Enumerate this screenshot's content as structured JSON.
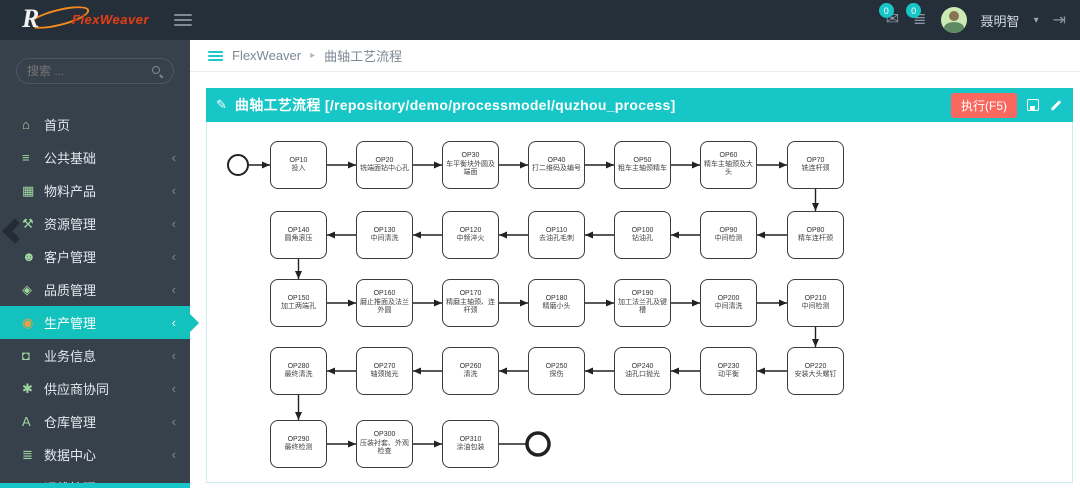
{
  "topbar": {
    "logo": {
      "letter": "R",
      "brand": "FlexWeaver"
    },
    "badges": {
      "mail": "0",
      "tasks": "0"
    },
    "user": {
      "name": "聂明智"
    }
  },
  "sidebar": {
    "search_placeholder": "搜索 ...",
    "items": [
      {
        "key": "home",
        "label": "首页",
        "icon": "home",
        "active": false,
        "has_children": false
      },
      {
        "key": "public-base",
        "label": "公共基础",
        "icon": "layers",
        "active": false,
        "has_children": true
      },
      {
        "key": "material-product",
        "label": "物料产品",
        "icon": "grid",
        "active": false,
        "has_children": true
      },
      {
        "key": "resource-mgmt",
        "label": "资源管理",
        "icon": "wrench",
        "active": false,
        "has_children": true
      },
      {
        "key": "customer-mgmt",
        "label": "客户管理",
        "icon": "customer",
        "active": false,
        "has_children": true
      },
      {
        "key": "quality-mgmt",
        "label": "品质管理",
        "icon": "quality",
        "active": false,
        "has_children": true
      },
      {
        "key": "production-mgmt",
        "label": "生产管理",
        "icon": "production",
        "active": true,
        "has_children": true
      },
      {
        "key": "business-info",
        "label": "业务信息",
        "icon": "lock",
        "active": false,
        "has_children": true
      },
      {
        "key": "supplier-collab",
        "label": "供应商协同",
        "icon": "supplier",
        "active": false,
        "has_children": true
      },
      {
        "key": "warehouse-mgmt",
        "label": "仓库管理",
        "icon": "font",
        "active": false,
        "has_children": true
      },
      {
        "key": "data-center",
        "label": "数据中心",
        "icon": "list",
        "active": false,
        "has_children": true
      },
      {
        "key": "ops-mgmt",
        "label": "运维管理",
        "icon": "folder",
        "active": false,
        "has_children": true
      }
    ]
  },
  "breadcrumb": {
    "app": "FlexWeaver",
    "page": "曲轴工艺流程"
  },
  "panel": {
    "title": "曲轴工艺流程 [/repository/demo/processmodel/quzhou_process]",
    "execute_label": "执行(F5)"
  },
  "colors": {
    "accent_teal": "#17c6c6",
    "active_menu": "#13c2bc",
    "execute_red": "#f9685e",
    "sidebar_bg": "#37414b",
    "topbar_bg": "#252f39",
    "icon_green": "#9fd6a0",
    "icon_orange": "#f59e3f"
  },
  "flowchart": {
    "type": "process-flow",
    "start_event": "start-circle",
    "end_event": "end-circle",
    "nodes": [
      {
        "id": "OP10",
        "label": "投入",
        "row": 0,
        "col": 0
      },
      {
        "id": "OP20",
        "label": "铣端面钻中心孔",
        "row": 0,
        "col": 1
      },
      {
        "id": "OP30",
        "label": "车平衡块外圆及端面",
        "row": 0,
        "col": 2
      },
      {
        "id": "OP40",
        "label": "打二维码及编号",
        "row": 0,
        "col": 3
      },
      {
        "id": "OP50",
        "label": "粗车主轴颈精车",
        "row": 0,
        "col": 4
      },
      {
        "id": "OP60",
        "label": "精车主轴颈及大头",
        "row": 0,
        "col": 5
      },
      {
        "id": "OP70",
        "label": "铣连杆颈",
        "row": 0,
        "col": 6
      },
      {
        "id": "OP80",
        "label": "精车连杆颈",
        "row": 1,
        "col": 6
      },
      {
        "id": "OP90",
        "label": "中间检测",
        "row": 1,
        "col": 5
      },
      {
        "id": "OP100",
        "label": "钻油孔",
        "row": 1,
        "col": 4
      },
      {
        "id": "OP110",
        "label": "去油孔毛刺",
        "row": 1,
        "col": 3
      },
      {
        "id": "OP120",
        "label": "中频淬火",
        "row": 1,
        "col": 2
      },
      {
        "id": "OP130",
        "label": "中间清洗",
        "row": 1,
        "col": 1
      },
      {
        "id": "OP140",
        "label": "圆角滚压",
        "row": 1,
        "col": 0
      },
      {
        "id": "OP150",
        "label": "加工两端孔",
        "row": 2,
        "col": 0
      },
      {
        "id": "OP160",
        "label": "磨止推面及法兰外圆",
        "row": 2,
        "col": 1
      },
      {
        "id": "OP170",
        "label": "精磨主轴颈、连杆颈",
        "row": 2,
        "col": 2
      },
      {
        "id": "OP180",
        "label": "精磨小头",
        "row": 2,
        "col": 3
      },
      {
        "id": "OP190",
        "label": "加工法兰孔及键槽",
        "row": 2,
        "col": 4
      },
      {
        "id": "OP200",
        "label": "中间清洗",
        "row": 2,
        "col": 5
      },
      {
        "id": "OP210",
        "label": "中间检测",
        "row": 2,
        "col": 6
      },
      {
        "id": "OP220",
        "label": "安装大头螺钉",
        "row": 3,
        "col": 6
      },
      {
        "id": "OP230",
        "label": "动平衡",
        "row": 3,
        "col": 5
      },
      {
        "id": "OP240",
        "label": "油孔口抛光",
        "row": 3,
        "col": 4
      },
      {
        "id": "OP250",
        "label": "探伤",
        "row": 3,
        "col": 3
      },
      {
        "id": "OP260",
        "label": "清洗",
        "row": 3,
        "col": 2
      },
      {
        "id": "OP270",
        "label": "轴颈抛光",
        "row": 3,
        "col": 1
      },
      {
        "id": "OP280",
        "label": "最终清洗",
        "row": 3,
        "col": 0
      },
      {
        "id": "OP290",
        "label": "最终检测",
        "row": 4,
        "col": 0
      },
      {
        "id": "OP300",
        "label": "压装衬套、外观检查",
        "row": 4,
        "col": 1
      },
      {
        "id": "OP310",
        "label": "涂油包装",
        "row": 4,
        "col": 2
      }
    ]
  }
}
